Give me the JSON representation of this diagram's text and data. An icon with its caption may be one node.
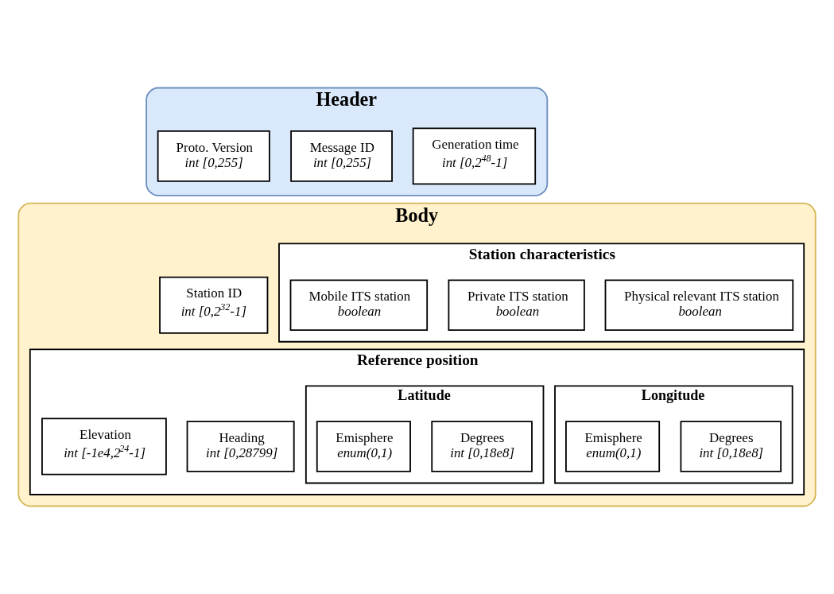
{
  "diagram": {
    "nodes": [
      {
        "text": [
          "Header"
        ]
      },
      {
        "text": [
          "Proto. Version",
          "int [0,255]"
        ],
        "in": 0
      },
      {
        "text": [
          "Message ID",
          "int [0,255]"
        ],
        "in": 0
      },
      {
        "text": [
          "Generation time",
          "int [0,2$^{48}$-1]"
        ],
        "in": 0
      },
      {
        "text": [
          "Body"
        ]
      },
      {
        "text": [
          "Station ID",
          "int [0,2$^{32}$-1]"
        ],
        "in": 4
      },
      {
        "text": [
          "Station characteristics"
        ],
        "in": 4
      },
      {
        "text": [
          "Mobile ITS station",
          "boolean"
        ],
        "in": 6
      },
      {
        "text": [
          "Private ITS station",
          "boolean"
        ],
        "in": 6
      },
      {
        "text": [
          "Physical relevant ITS station",
          "boolean"
        ],
        "in": 6
      },
      {
        "text": [
          "Reference position"
        ],
        "in": 4
      },
      {
        "text": [
          "Latitude"
        ],
        "in": 10
      },
      {
        "text": [
          "Emisphere",
          "enum(0,1)"
        ],
        "in": 11
      },
      {
        "text": [
          "Degrees",
          "int [0,18e8]"
        ],
        "in": 11
      },
      {
        "text": [
          "Longitude"
        ],
        "in": 10
      },
      {
        "text": [
          "Emisphere",
          "enum(0,1)"
        ],
        "in": 14
      },
      {
        "text": [
          "Degrees",
          "int [0,18e8]"
        ],
        "in": 14
      },
      {
        "text": [
          "Elevation",
          "int [-1e4,2$^{24}$-1]"
        ],
        "in": 10
      },
      {
        "text": [
          "Heading",
          "int [0,28799]"
        ],
        "in": 10
      }
    ],
    "edges": []
  }
}
